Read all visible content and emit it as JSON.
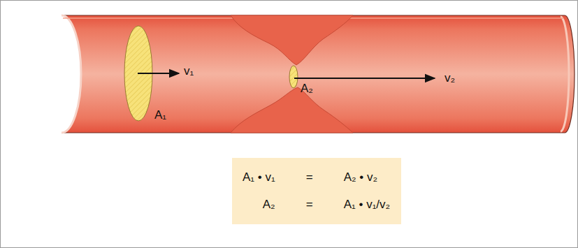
{
  "diagram": {
    "nodes": [
      {
        "text": [
          "A₁ • v₁",
          "=",
          "A₂ • v₂",
          "A₂",
          "=",
          "A₁ • v₁/v₂"
        ]
      }
    ],
    "labels": [
      "v₁",
      "A₁",
      "A₂",
      "v₂"
    ]
  }
}
